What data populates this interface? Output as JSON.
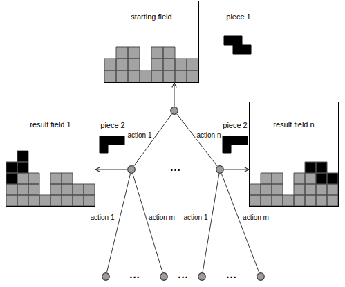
{
  "diagram": {
    "nodes": [
      {
        "text": [
          "starting field"
        ]
      },
      {
        "text": []
      },
      {
        "text": [
          "result field 1"
        ]
      },
      {
        "text": []
      },
      {
        "text": []
      },
      {
        "text": [
          "result field n"
        ]
      },
      {
        "text": []
      },
      {
        "text": []
      },
      {
        "text": []
      },
      {
        "text": []
      }
    ],
    "edges": [
      {
        "from": 1,
        "to": 0,
        "arrow": "to"
      },
      {
        "from": 1,
        "to": 3,
        "label": "action 1",
        "arrow": "none"
      },
      {
        "from": 1,
        "to": 4,
        "label": "action n",
        "arrow": "none"
      },
      {
        "from": 3,
        "to": 2,
        "arrow": "to"
      },
      {
        "from": 4,
        "to": 5,
        "arrow": "to"
      },
      {
        "from": 3,
        "to": 6,
        "label": "action 1",
        "arrow": "none"
      },
      {
        "from": 3,
        "to": 7,
        "label": "action m",
        "arrow": "none"
      },
      {
        "from": 4,
        "to": 8,
        "label": "action 1",
        "arrow": "none"
      },
      {
        "from": 4,
        "to": 9,
        "label": "action m",
        "arrow": "none"
      }
    ],
    "labels": [
      "piece 1",
      "piece 2",
      "piece 2",
      "...",
      "...",
      "...",
      "..."
    ]
  }
}
